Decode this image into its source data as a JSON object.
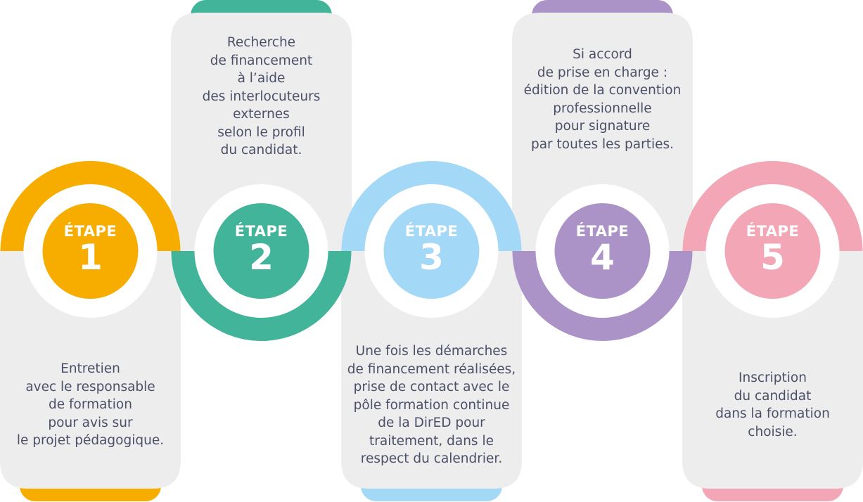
{
  "steps": [
    {
      "label": "ÉTAPE",
      "number": "1",
      "color": "#F7AD00",
      "position": "up",
      "text": [
        "Entretien",
        "avec le responsable",
        "de formation",
        "pour avis sur",
        "le projet pédagogique."
      ]
    },
    {
      "label": "ÉTAPE",
      "number": "2",
      "color": "#41B49A",
      "position": "down",
      "text": [
        "Recherche",
        "de financement",
        "à l’aide",
        "des interlocuteurs",
        "externes",
        "selon le profil",
        "du candidat."
      ]
    },
    {
      "label": "ÉTAPE",
      "number": "3",
      "color": "#A3D8F6",
      "position": "up",
      "text": [
        "Une fois les démarches",
        "de financement réalisées,",
        "prise de contact avec le",
        "pôle formation continue",
        "de la DirED pour",
        "traitement, dans le",
        "respect du calendrier."
      ]
    },
    {
      "label": "ÉTAPE",
      "number": "4",
      "color": "#AB93C8",
      "position": "down",
      "text": [
        "Si accord",
        "de prise en charge :",
        "édition de la convention",
        "professionnelle",
        "pour signature",
        "par toutes les parties."
      ]
    },
    {
      "label": "ÉTAPE",
      "number": "5",
      "color": "#F3A6B6",
      "position": "up",
      "text": [
        "Inscription",
        "du candidat",
        "dans la formation",
        "choisie."
      ]
    }
  ],
  "card_color": "#EDEDED"
}
